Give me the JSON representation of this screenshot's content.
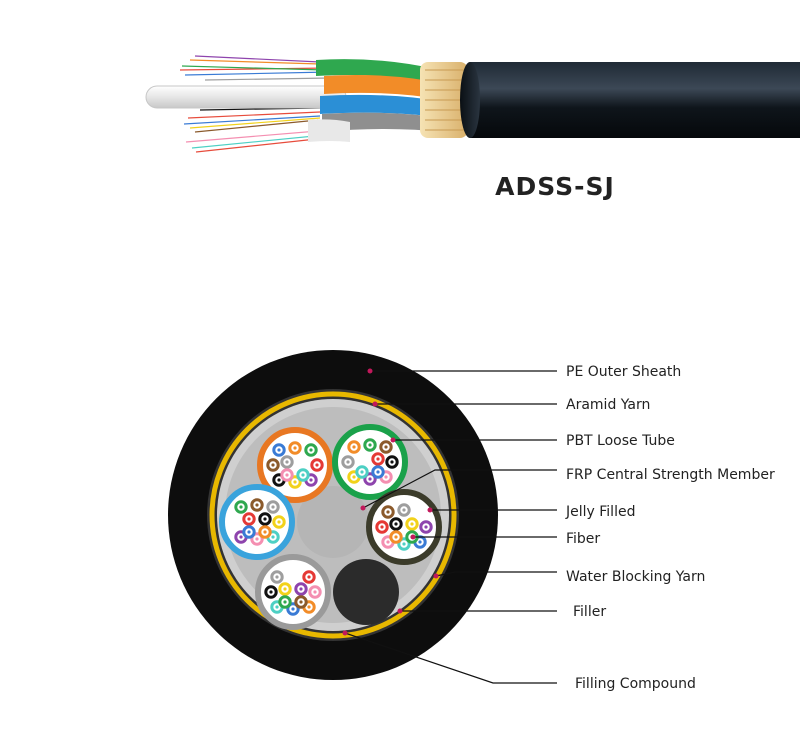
{
  "title": "ADSS-SJ",
  "labels": [
    {
      "id": "pe_outer_sheath",
      "text": "PE Outer Sheath"
    },
    {
      "id": "aramid_yarn",
      "text": "Aramid Yarn"
    },
    {
      "id": "pbt_loose_tube",
      "text": "PBT Loose Tube"
    },
    {
      "id": "frp_central_strength_member",
      "text": "FRP Central Strength Member"
    },
    {
      "id": "jelly_filled",
      "text": "Jelly Filled"
    },
    {
      "id": "fiber",
      "text": "Fiber"
    },
    {
      "id": "water_blocking_yarn",
      "text": "Water Blocking Yarn"
    },
    {
      "id": "filler",
      "text": "Filler"
    },
    {
      "id": "filling_compound",
      "text": "Filling Compound"
    }
  ],
  "colors": {
    "sheath": "#0d0d0d",
    "aramid": "#e8b800",
    "filling": "#bdbdbd",
    "strength_member": "#b5b5b5",
    "filler": "#2b2b2b",
    "tubes": [
      "#e87722",
      "#1aa14a",
      "#3aa3dc",
      "#3b3b2a",
      "#9a9a9a"
    ],
    "fibers": [
      "#3a7bd5",
      "#f28c28",
      "#2fa84f",
      "#8b5a2b",
      "#9e9e9e",
      "#ffffff",
      "#e53935",
      "#111111",
      "#f2d21b",
      "#8e44ad",
      "#f48fb1",
      "#4dd0c4"
    ]
  },
  "icons": [
    "cable-illustration"
  ]
}
